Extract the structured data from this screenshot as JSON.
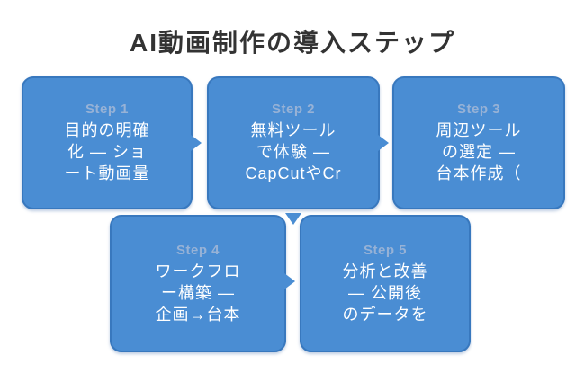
{
  "title": "AI動画制作の導入ステップ",
  "colors": {
    "background": "#ffffff",
    "title_text": "#333333",
    "box_fill": "#4A8DD3",
    "box_border": "#3878BE",
    "step_label_text": "#97B2D6",
    "body_text": "#ffffff"
  },
  "steps": [
    {
      "label": "Step 1",
      "text": "目的の明確\n化 — ショ\nート動画量"
    },
    {
      "label": "Step 2",
      "text": "無料ツール\nで体験 —\nCapCutやCr"
    },
    {
      "label": "Step 3",
      "text": "周辺ツール\nの選定 —\n台本作成（"
    },
    {
      "label": "Step 4",
      "text": "ワークフロ\nー構築 —\n企画→台本"
    },
    {
      "label": "Step 5",
      "text": "分析と改善\n— 公開後\nのデータを"
    }
  ]
}
